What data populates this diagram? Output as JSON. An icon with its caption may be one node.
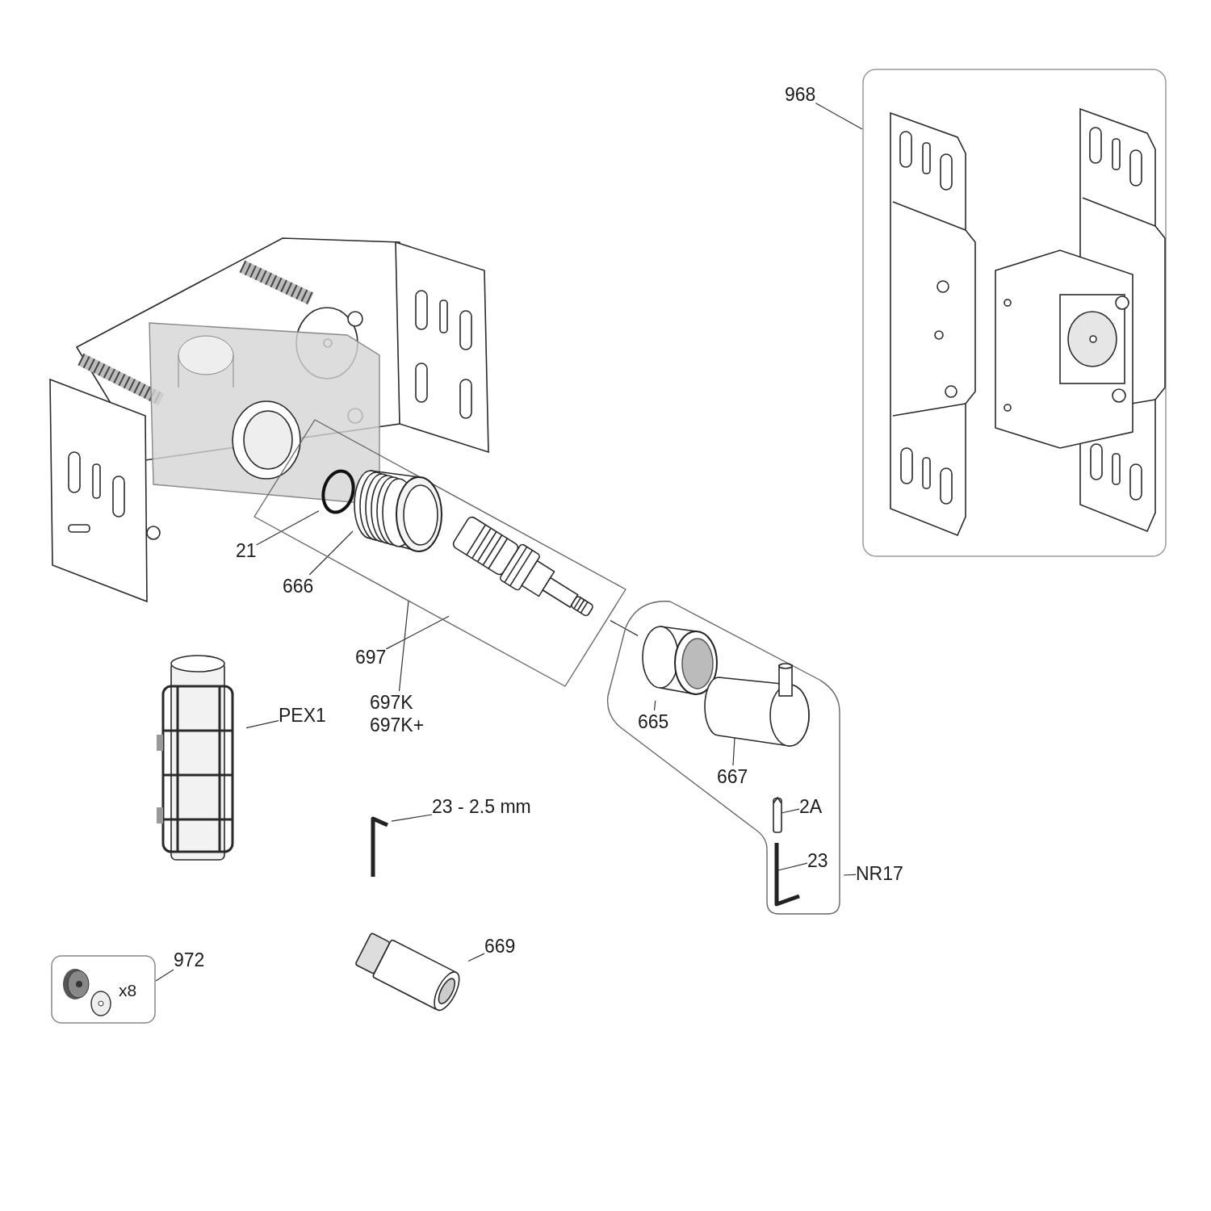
{
  "diagram": {
    "nodes": [
      {
        "text": [
          "968"
        ]
      },
      {
        "text": [],
        "shape": "box"
      },
      {
        "text": [],
        "shape": "box"
      },
      {
        "text": [
          "21"
        ]
      },
      {
        "text": [],
        "shape": "circle",
        "in": 2
      },
      {
        "text": [
          "666"
        ]
      },
      {
        "text": [],
        "shape": "picture",
        "in": 2
      },
      {
        "text": [
          "697"
        ]
      },
      {
        "text": [],
        "shape": "picture",
        "in": 2
      },
      {
        "text": [
          "697K",
          "697K+"
        ]
      },
      {
        "text": [
          "PEX1"
        ]
      },
      {
        "text": [],
        "shape": "cylinder"
      },
      {
        "text": [
          "23 - 2.5 mm"
        ]
      },
      {
        "text": [],
        "shape": "picture"
      },
      {
        "text": [],
        "shape": "box"
      },
      {
        "text": [
          "665"
        ],
        "in": 14
      },
      {
        "text": [],
        "shape": "picture",
        "in": 14
      },
      {
        "text": [
          "667"
        ],
        "in": 14
      },
      {
        "text": [],
        "shape": "picture",
        "in": 14
      },
      {
        "text": [
          "2A"
        ],
        "in": 14
      },
      {
        "text": [],
        "shape": "picture",
        "in": 14
      },
      {
        "text": [
          "23"
        ],
        "in": 14
      },
      {
        "text": [],
        "shape": "picture",
        "in": 14
      },
      {
        "text": [
          "NR17"
        ]
      },
      {
        "text": [
          "972"
        ]
      },
      {
        "text": [],
        "shape": "box"
      },
      {
        "text": [
          "669"
        ]
      },
      {
        "text": [],
        "shape": "picture"
      }
    ],
    "edges": [
      {
        "from": 0,
        "to": 1,
        "arrow": "none"
      },
      {
        "from": 3,
        "to": 4,
        "arrow": "none"
      },
      {
        "from": 5,
        "to": 6,
        "arrow": "none"
      },
      {
        "from": 7,
        "to": 8,
        "arrow": "none"
      },
      {
        "from": 9,
        "to": 2,
        "arrow": "none"
      },
      {
        "from": 10,
        "to": 11,
        "arrow": "none"
      },
      {
        "from": 12,
        "to": 13,
        "arrow": "none"
      },
      {
        "from": 15,
        "to": 16,
        "arrow": "none"
      },
      {
        "from": 17,
        "to": 18,
        "arrow": "none"
      },
      {
        "from": 19,
        "to": 20,
        "arrow": "none"
      },
      {
        "from": 21,
        "to": 22,
        "arrow": "none"
      },
      {
        "from": 23,
        "to": 14,
        "arrow": "none"
      },
      {
        "from": 24,
        "to": 25,
        "arrow": "none"
      },
      {
        "from": 26,
        "to": 27,
        "arrow": "none"
      },
      {
        "from": 8,
        "to": 16,
        "arrow": "none"
      }
    ],
    "labels": [
      "x8"
    ]
  }
}
